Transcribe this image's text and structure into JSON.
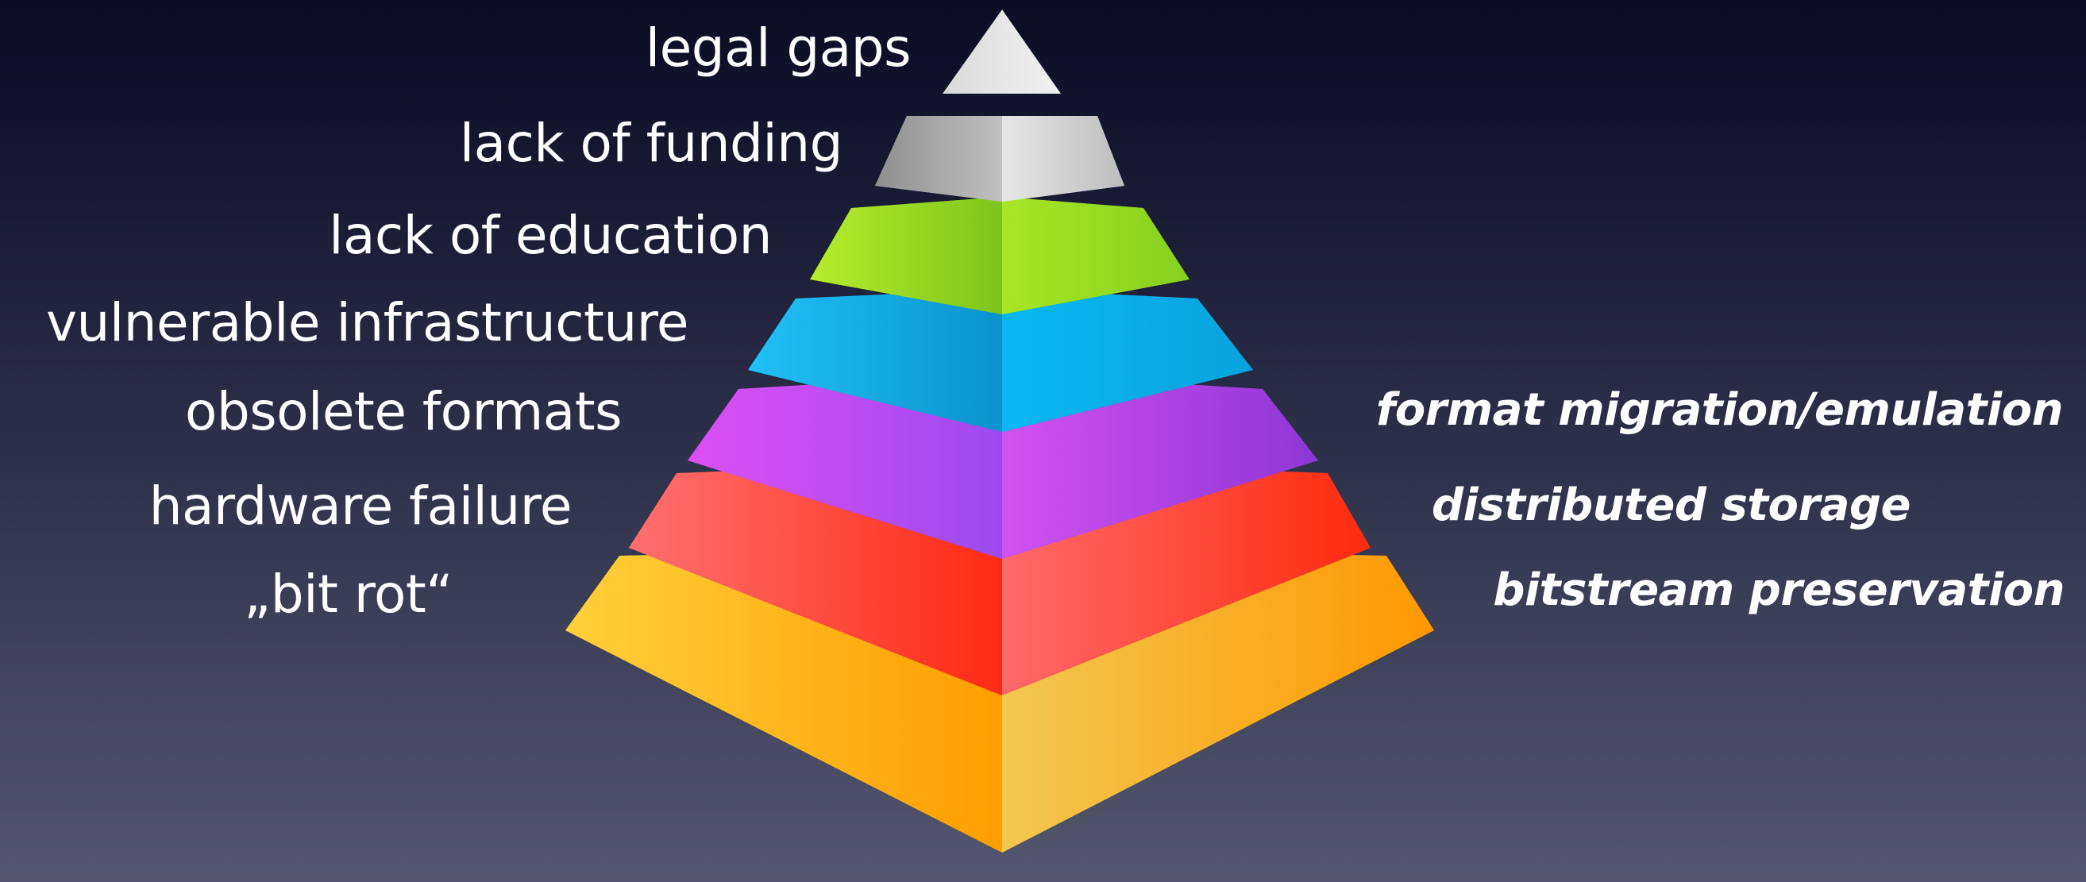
{
  "layers": [
    {
      "id": "legal-gaps",
      "label": "legal gaps",
      "colors": {
        "top": "#cfcfcf",
        "left": [
          "#d9d9d9",
          "#f2f2f2"
        ],
        "right": [
          "#ffffff",
          "#e5e5e5"
        ]
      }
    },
    {
      "id": "lack-of-funding",
      "label": "lack of funding",
      "colors": {
        "top": "#c8c8c8",
        "left": [
          "#8f8f8f",
          "#c0c0c0"
        ],
        "right": [
          "#e6e6e6",
          "#bdbdbd"
        ]
      }
    },
    {
      "id": "lack-of-education",
      "label": "lack of education",
      "colors": {
        "top": "#5e9a18",
        "left": [
          "#b8ec2c",
          "#7cc51c"
        ],
        "right": [
          "#a8e626",
          "#86d020"
        ]
      }
    },
    {
      "id": "vulnerable-infrastructure",
      "label": "vulnerable infrastructure",
      "colors": {
        "top": "#137eae",
        "left": [
          "#20c0f6",
          "#0b93cf"
        ],
        "right": [
          "#08b8f4",
          "#0aa2de"
        ]
      }
    },
    {
      "id": "obsolete-formats",
      "label": "obsolete formats",
      "colors": {
        "top": "#8f27b8",
        "left": [
          "#dc4ff4",
          "#9c4bf0"
        ],
        "right": [
          "#d152f0",
          "#8e36d6"
        ]
      }
    },
    {
      "id": "hardware-failure",
      "label": "hardware failure",
      "colors": {
        "top": "#b5221c",
        "left": [
          "#ff7070",
          "#ff2a14"
        ],
        "right": [
          "#ff6a6a",
          "#ff2b0e"
        ]
      }
    },
    {
      "id": "bit-rot",
      "label": "„bit rot“",
      "colors": {
        "top": "#9a7800",
        "left": [
          "#ffd03a",
          "#ff9d00"
        ],
        "right": [
          "#f2c852",
          "#ff9800"
        ]
      }
    }
  ],
  "right_labels": [
    {
      "id": "format-migration",
      "text": "format migration/emulation"
    },
    {
      "id": "distributed-storage",
      "text": "distributed storage"
    },
    {
      "id": "bitstream-preservation",
      "text": "bitstream preservation"
    }
  ]
}
